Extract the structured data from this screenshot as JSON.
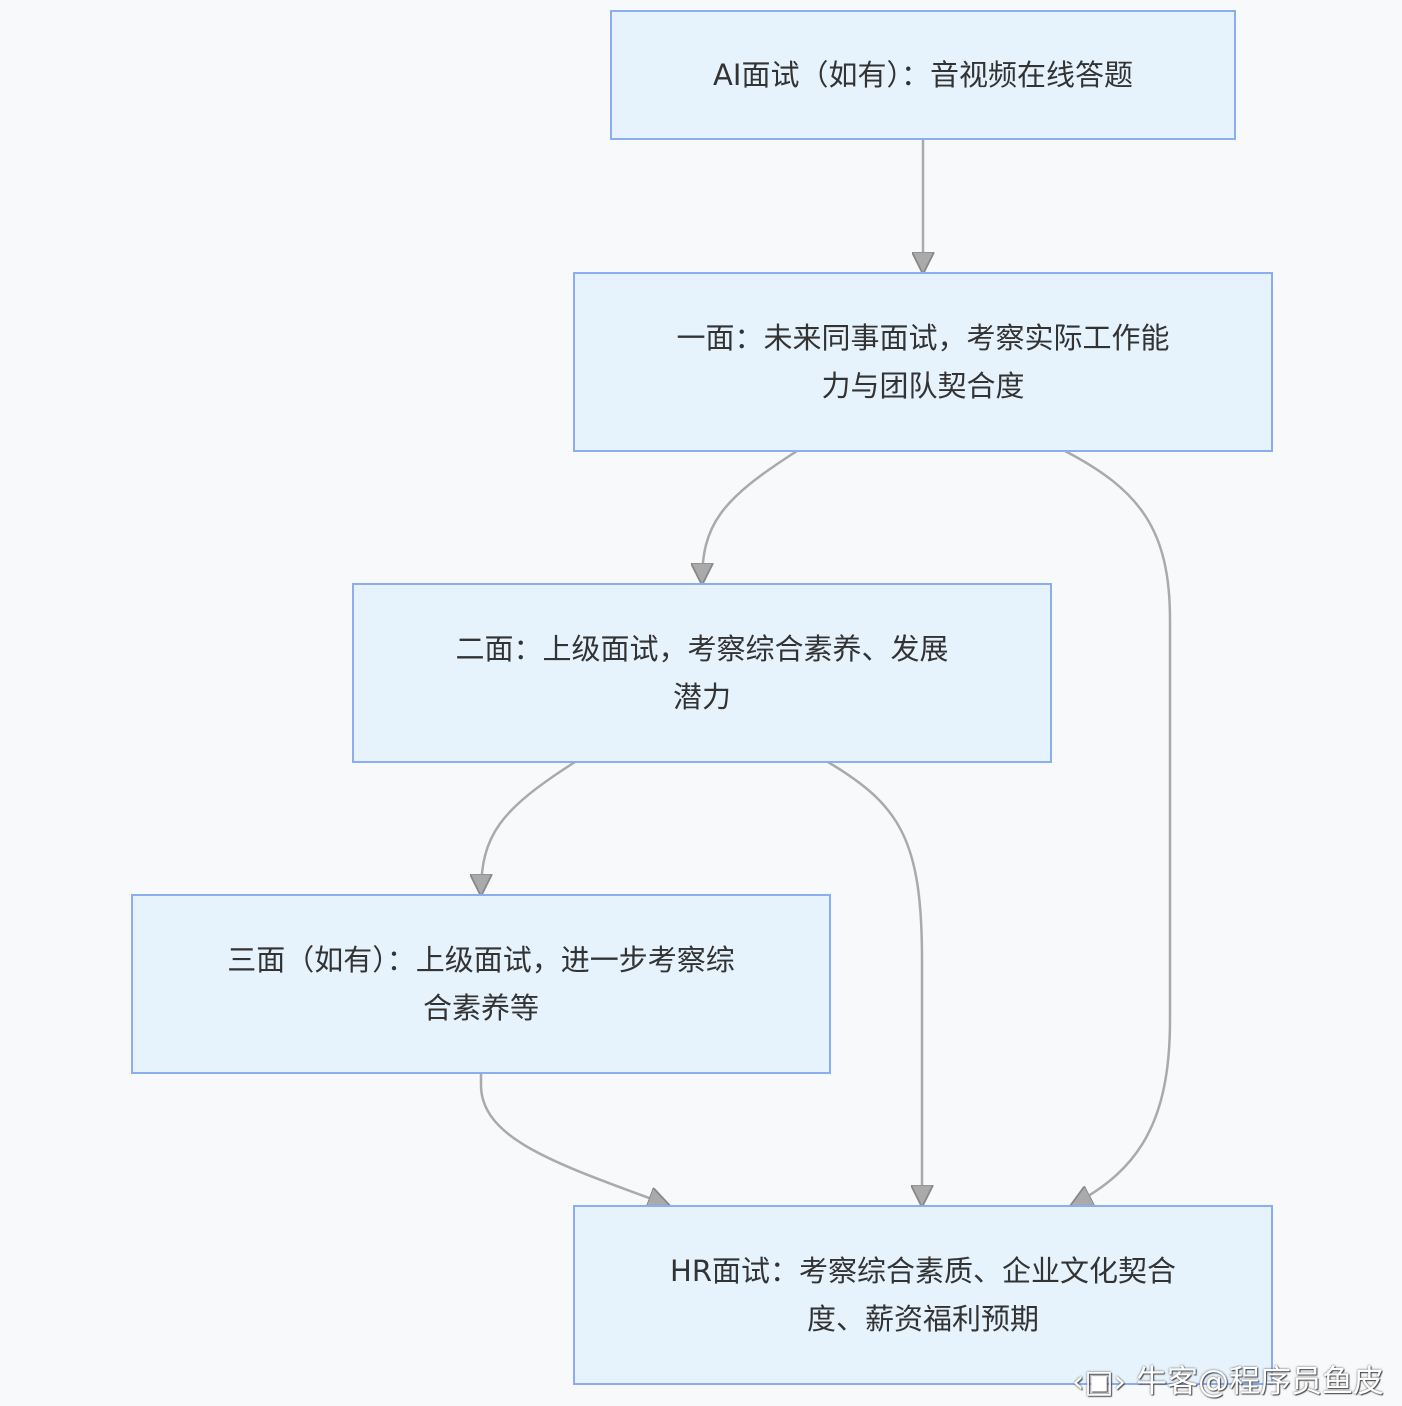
{
  "colors": {
    "background": "#f8f9fb",
    "node_fill": "#e6f3fd",
    "node_border": "#8aaef0",
    "edge": "#aaaaaa",
    "text": "#333333"
  },
  "nodes": [
    {
      "id": "ai",
      "text": "AI面试（如有）：音视频在线答题"
    },
    {
      "id": "r1",
      "text": "一面：未来同事面试，考察实际工作能力与团队契合度"
    },
    {
      "id": "r2",
      "text": "二面：上级面试，考察综合素养、发展潜力"
    },
    {
      "id": "r3",
      "text": "三面（如有）：上级面试，进一步考察综合素养等"
    },
    {
      "id": "hr",
      "text": "HR面试：考察综合素质、企业文化契合度、薪资福利预期"
    }
  ],
  "edges": [
    {
      "from": "ai",
      "to": "r1"
    },
    {
      "from": "r1",
      "to": "r2"
    },
    {
      "from": "r1",
      "to": "hr"
    },
    {
      "from": "r2",
      "to": "r3"
    },
    {
      "from": "r2",
      "to": "hr"
    },
    {
      "from": "r3",
      "to": "hr"
    }
  ],
  "watermark": {
    "icon": "nowcoder-logo-icon",
    "text": "牛客@程序员鱼皮"
  }
}
